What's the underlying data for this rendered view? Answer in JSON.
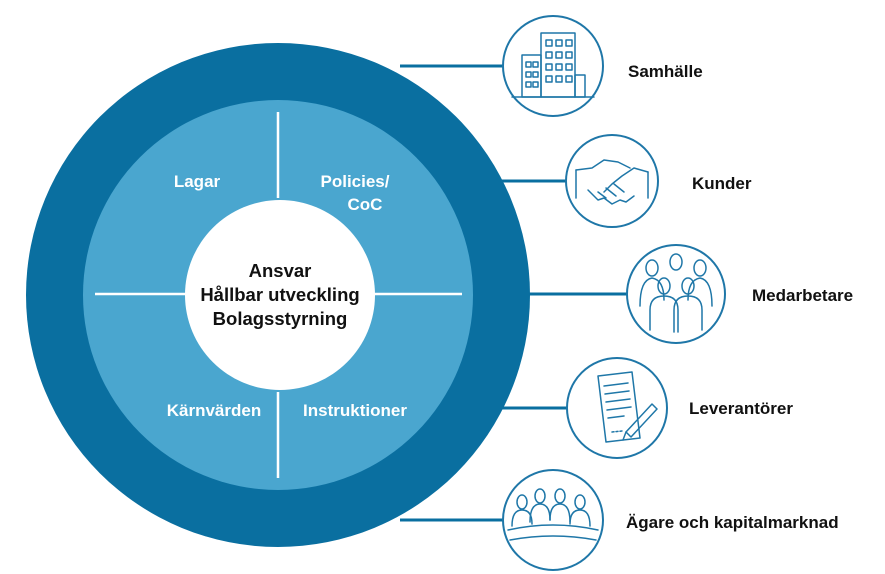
{
  "colors": {
    "outer_ring": "#0a6fa0",
    "inner_ring": "#4aa6cf",
    "icon_stroke": "#1f77a8",
    "background": "#ffffff"
  },
  "quadrants": {
    "top_left": [
      "Lagar"
    ],
    "top_right": [
      "Policies/",
      "CoC"
    ],
    "bottom_left": [
      "Kärnvärden"
    ],
    "bottom_right": [
      "Instruktioner"
    ]
  },
  "center": {
    "line1": "Ansvar",
    "line2": "Hållbar utveckling",
    "line3": "Bolagsstyrning"
  },
  "stakeholders": [
    {
      "label": "Samhälle",
      "icon": "building-icon"
    },
    {
      "label": "Kunder",
      "icon": "handshake-icon"
    },
    {
      "label": "Medarbetare",
      "icon": "people-group-icon"
    },
    {
      "label": "Leverantörer",
      "icon": "contract-pen-icon"
    },
    {
      "label": "Ägare och kapitalmarknad",
      "icon": "meeting-table-icon"
    }
  ]
}
